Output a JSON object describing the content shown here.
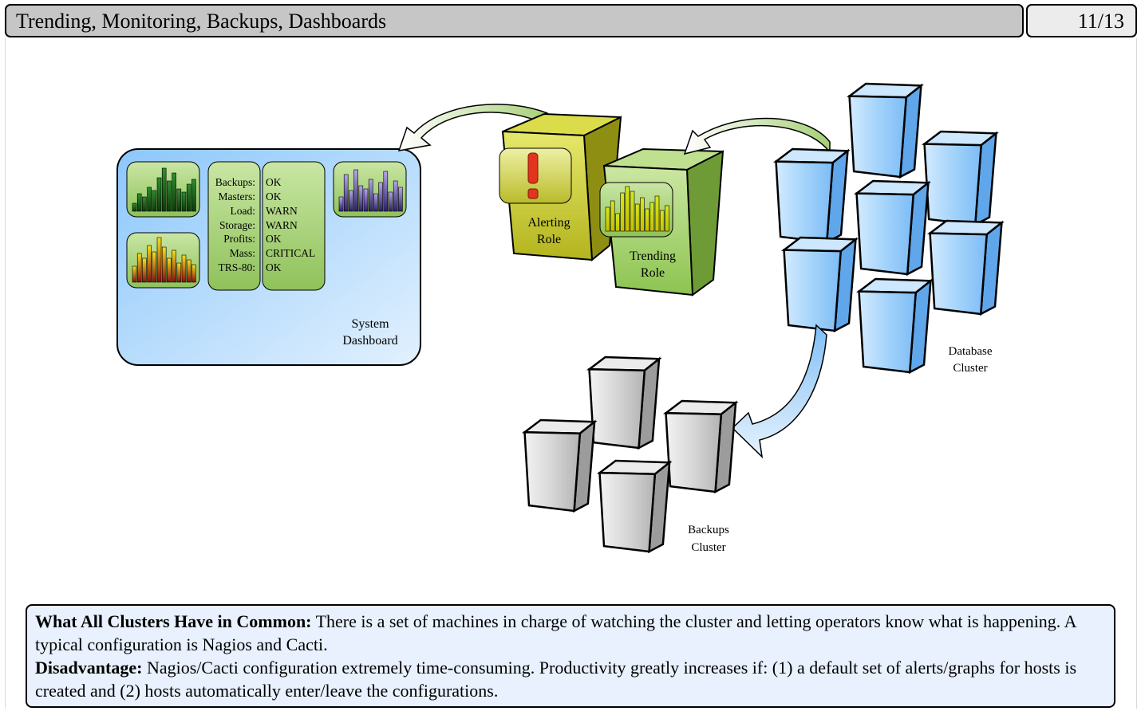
{
  "header": {
    "title": "Trending, Monitoring, Backups, Dashboards",
    "page": "11/13"
  },
  "diagram": {
    "dashboard": {
      "label_line1": "System",
      "label_line2": "Dashboard",
      "status_rows": [
        {
          "key": "Backups:",
          "value": "OK"
        },
        {
          "key": "Masters:",
          "value": "OK"
        },
        {
          "key": "Load:",
          "value": "WARN"
        },
        {
          "key": "Storage:",
          "value": "WARN"
        },
        {
          "key": "Profits:",
          "value": "OK"
        },
        {
          "key": "Mass:",
          "value": "CRITICAL"
        },
        {
          "key": "TRS-80:",
          "value": "OK"
        }
      ]
    },
    "alerting_role": {
      "line1": "Alerting",
      "line2": "Role"
    },
    "trending_role": {
      "line1": "Trending",
      "line2": "Role"
    },
    "database_cluster": {
      "line1": "Database",
      "line2": "Cluster"
    },
    "backups_cluster": {
      "line1": "Backups",
      "line2": "Cluster"
    },
    "colors": {
      "dashboard_fill": "#a9d4fb",
      "alerting_fill": "#c4c42a",
      "trending_fill": "#9ccd5e",
      "database_fill": "#a9d6fb",
      "backups_fill": "#d9d9d9"
    }
  },
  "note": {
    "heading1": "What All Clusters Have in Common:",
    "text1": " There is a set of machines in charge of watching the cluster and letting operators know what is happening. A typical configuration is Nagios and Cacti.",
    "heading2": "Disadvantage:",
    "text2": " Nagios/Cacti configuration extremely time-consuming. Productivity greatly increases if: (1) a default set of alerts/graphs for hosts is created and (2) hosts automatically enter/leave the configurations."
  }
}
